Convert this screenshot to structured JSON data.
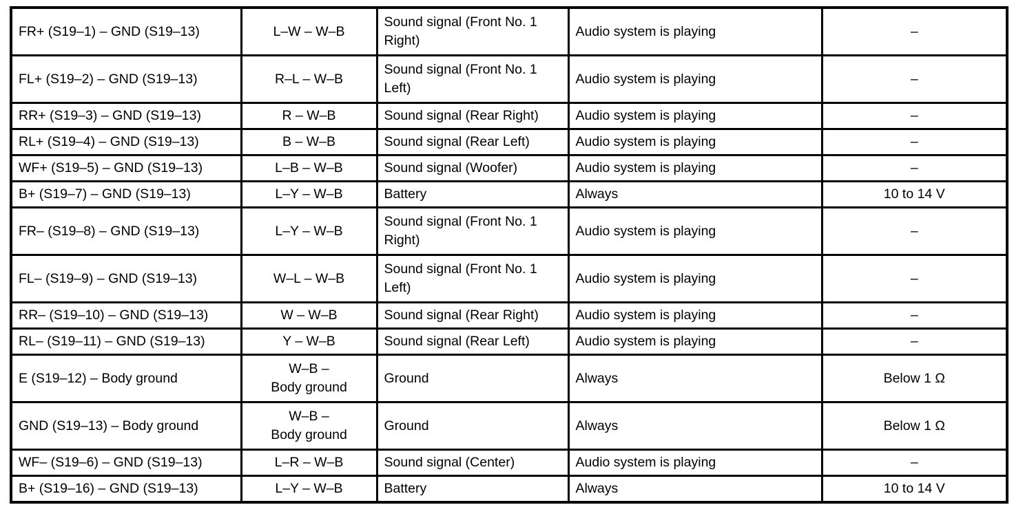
{
  "table": {
    "rows": [
      {
        "connection": "FR+ (S19–1) – GND (S19–13)",
        "wiring": "L–W – W–B",
        "signal": "Sound signal (Front No. 1\nRight)",
        "condition": "Audio system is playing",
        "value": "–"
      },
      {
        "connection": "FL+ (S19–2) – GND (S19–13)",
        "wiring": "R–L – W–B",
        "signal": "Sound signal (Front No. 1\nLeft)",
        "condition": "Audio system is playing",
        "value": "–"
      },
      {
        "connection": "RR+ (S19–3) – GND (S19–13)",
        "wiring": "R – W–B",
        "signal": "Sound signal (Rear Right)",
        "condition": "Audio system is playing",
        "value": "–"
      },
      {
        "connection": "RL+ (S19–4) – GND (S19–13)",
        "wiring": "B – W–B",
        "signal": "Sound signal (Rear Left)",
        "condition": "Audio system is playing",
        "value": "–"
      },
      {
        "connection": "WF+ (S19–5) – GND (S19–13)",
        "wiring": "L–B – W–B",
        "signal": "Sound signal (Woofer)",
        "condition": "Audio system is playing",
        "value": "–"
      },
      {
        "connection": "B+ (S19–7) – GND (S19–13)",
        "wiring": "L–Y – W–B",
        "signal": "Battery",
        "condition": "Always",
        "value": "10 to 14 V"
      },
      {
        "connection": "FR– (S19–8) – GND (S19–13)",
        "wiring": "L–Y – W–B",
        "signal": "Sound signal (Front No. 1\nRight)",
        "condition": "Audio system is playing",
        "value": "–"
      },
      {
        "connection": "FL– (S19–9) – GND (S19–13)",
        "wiring": "W–L – W–B",
        "signal": "Sound signal (Front No. 1\nLeft)",
        "condition": "Audio system is playing",
        "value": "–"
      },
      {
        "connection": "RR– (S19–10) – GND (S19–13)",
        "wiring": "W – W–B",
        "signal": "Sound signal (Rear Right)",
        "condition": "Audio system is playing",
        "value": "–"
      },
      {
        "connection": "RL– (S19–11) – GND (S19–13)",
        "wiring": "Y – W–B",
        "signal": "Sound signal (Rear Left)",
        "condition": "Audio system is playing",
        "value": "–"
      },
      {
        "connection": "E (S19–12) – Body ground",
        "wiring": "W–B –\nBody ground",
        "signal": "Ground",
        "condition": "Always",
        "value": "Below 1 Ω"
      },
      {
        "connection": "GND (S19–13) – Body ground",
        "wiring": "W–B –\nBody ground",
        "signal": "Ground",
        "condition": "Always",
        "value": "Below 1 Ω"
      },
      {
        "connection": "WF– (S19–6) – GND (S19–13)",
        "wiring": "L–R – W–B",
        "signal": "Sound signal (Center)",
        "condition": "Audio system is playing",
        "value": "–"
      },
      {
        "connection": "B+ (S19–16) – GND (S19–13)",
        "wiring": "L–Y – W–B",
        "signal": "Battery",
        "condition": "Always",
        "value": "10 to 14 V"
      }
    ]
  }
}
